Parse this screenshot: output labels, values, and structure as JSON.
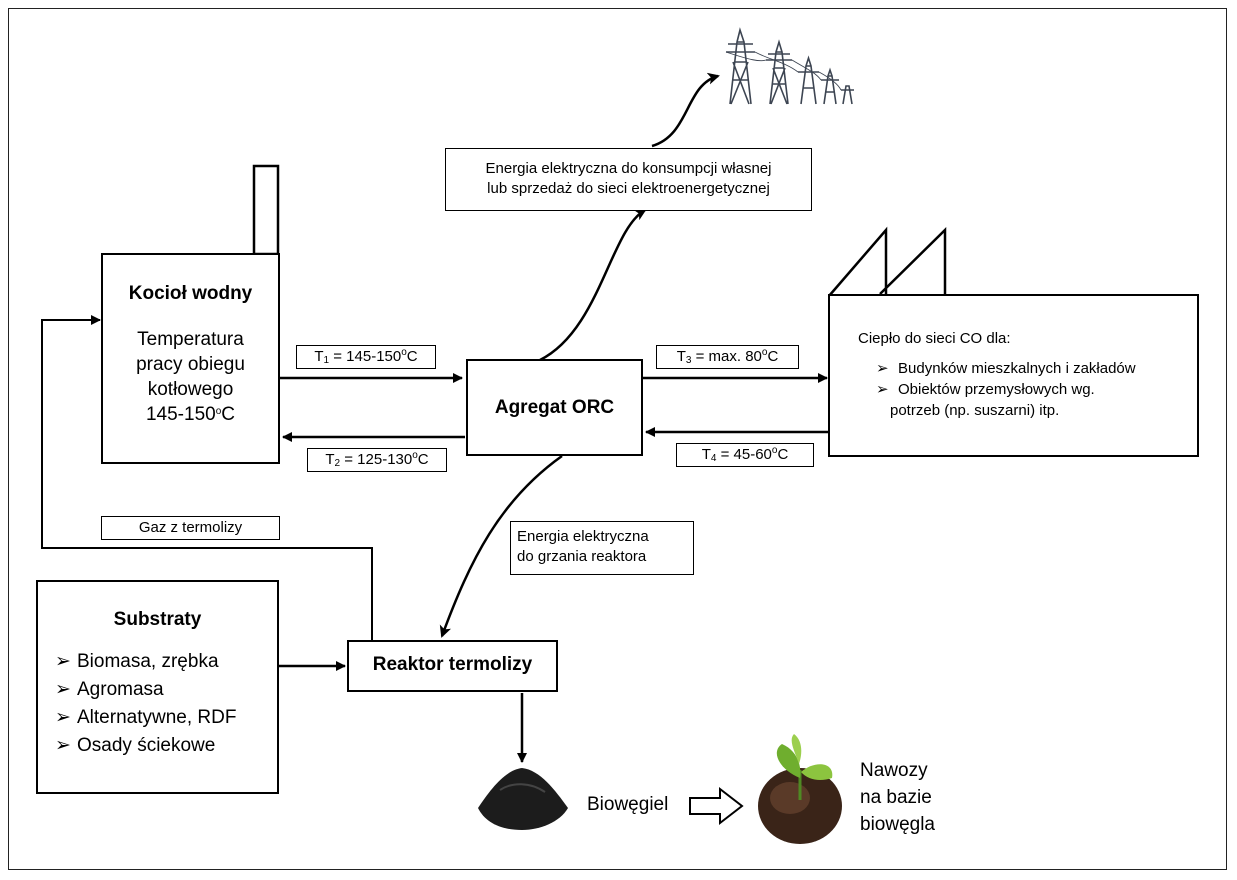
{
  "boiler": {
    "title": "Kocioł wodny",
    "line1": "Temperatura",
    "line2": "pracy obiegu",
    "line3": "kotłowego",
    "temp_a": "145-150",
    "temp_sup": "o",
    "temp_b": "C"
  },
  "orc": {
    "title": "Agregat ORC"
  },
  "electricity": {
    "line1": "Energia elektryczna do konsumpcji własnej",
    "line2": "lub sprzedaż do sieci elektroenergetycznej"
  },
  "heat": {
    "title": "Ciepło do sieci CO dla:",
    "items": [
      "Budynków mieszkalnych i zakładów",
      "Obiektów przemysłowych wg."
    ],
    "cont": "potrzeb (np. suszarni) itp."
  },
  "flows": {
    "t1": {
      "sym": "T",
      "sub": "1",
      "pre": " = 145-150",
      "sup": "o",
      "unit": "C"
    },
    "t2": {
      "sym": "T",
      "sub": "2",
      "pre": " = 125-130",
      "sup": "o",
      "unit": "C"
    },
    "t3": {
      "sym": "T",
      "sub": "3",
      "pre": " = max. 80",
      "sup": "o",
      "unit": "C"
    },
    "t4": {
      "sym": "T",
      "sub": "4",
      "pre": " = 45-60",
      "sup": "o",
      "unit": "C"
    }
  },
  "gas": {
    "label": "Gaz z termolizy"
  },
  "reactor_heat": {
    "line1": "Energia elektryczna",
    "line2": "do grzania reaktora"
  },
  "substrates": {
    "title": "Substraty",
    "items": [
      "Biomasa, zrębka",
      "Agromasa",
      "Alternatywne, RDF",
      "Osady ściekowe"
    ]
  },
  "reactor": {
    "title": "Reaktor termolizy"
  },
  "biochar": {
    "label": "Biowęgiel"
  },
  "fertilizer": {
    "line1": "Nawozy",
    "line2": "na bazie",
    "line3": "biowęgla"
  },
  "colors": {
    "line": "#000000",
    "pylon": "#3d4552",
    "biochar": "#1c1c1c",
    "soil": "#3a2418",
    "leaf": "#6fae2e"
  }
}
